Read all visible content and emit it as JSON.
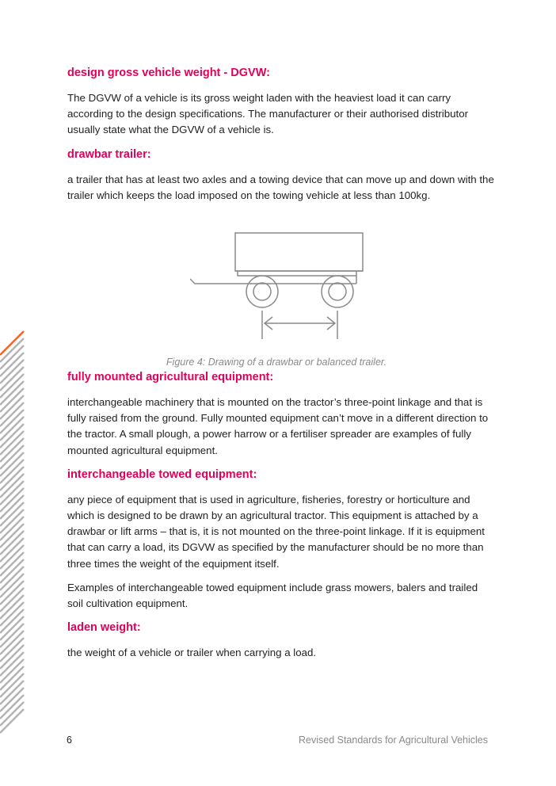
{
  "sections": [
    {
      "term": "design gross vehicle weight - DGVW:",
      "paragraphs": [
        "The DGVW of a vehicle is its gross weight laden with the heaviest load it can carry according to the design specifications. The manufacturer or their authorised distributor usually state what the DGVW of a vehicle is."
      ]
    },
    {
      "term": "drawbar trailer:",
      "paragraphs": [
        "a trailer that has at least two axles and a towing device that can move up and down with the trailer which keeps the load imposed on the towing vehicle at less than 100kg."
      ]
    },
    {
      "term": "fully mounted agricultural equipment:",
      "paragraphs": [
        "interchangeable machinery that is mounted on the tractor’s three-point linkage and that is fully raised from the ground. Fully mounted equipment can’t move in a different direction to the tractor.  A small plough, a power harrow or a fertiliser spreader are examples of fully mounted agricultural equipment."
      ]
    },
    {
      "term": "interchangeable towed equipment:",
      "paragraphs": [
        "any piece of equipment that is used in agriculture, fisheries, forestry or horticulture and which is designed to be drawn by an agricultural tractor. This equipment is attached by a drawbar or lift arms – that is, it is not mounted on the three-point linkage. If it is equipment that can carry a load, its DGVW as specified by the manufacturer should be no more than three times the weight of the equipment itself.",
        "Examples of interchangeable towed equipment include grass mowers, balers and trailed soil cultivation equipment."
      ]
    },
    {
      "term": "laden weight:",
      "paragraphs": [
        "the weight of a vehicle or trailer when carrying a load."
      ]
    }
  ],
  "figure": {
    "caption": "Figure 4: Drawing of a drawbar or balanced trailer."
  },
  "footer": {
    "page_number": "6",
    "title": "Revised Standards for Agricultural Vehicles"
  },
  "colors": {
    "accent": "#e2005a",
    "stripe": "#b3b3b3",
    "stripe_accent": "#f26522",
    "drawing": "#8a8a8a"
  }
}
